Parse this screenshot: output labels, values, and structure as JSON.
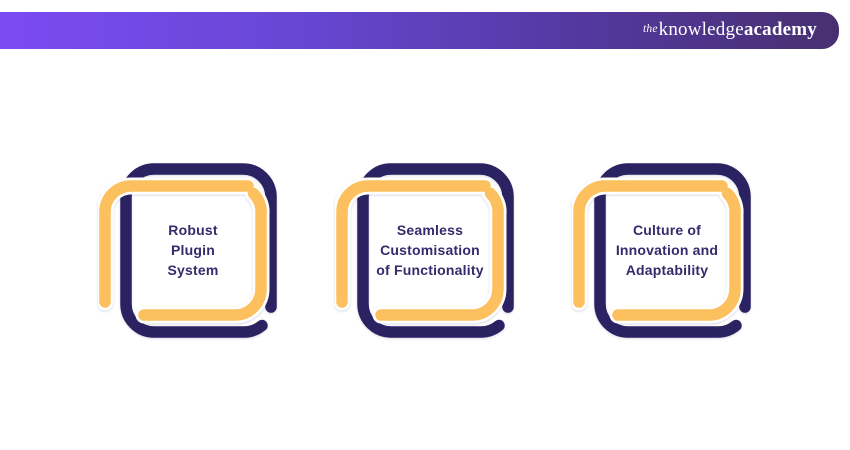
{
  "header": {
    "logo": {
      "the": "the",
      "knowledge": "knowledge",
      "academy": "academy"
    }
  },
  "cards": [
    {
      "lines": [
        "Robust",
        "Plugin",
        "System"
      ]
    },
    {
      "lines": [
        "Seamless",
        "Customisation",
        "of Functionality"
      ]
    },
    {
      "lines": [
        "Culture of",
        "Innovation and",
        "Adaptability"
      ]
    }
  ],
  "colors": {
    "frame_navy": "#2B2262",
    "frame_yellow": "#FDC05F",
    "card_text": "#332B6B",
    "header_gradient_start": "#7C4BF2",
    "header_gradient_end": "#473070",
    "logo_text": "#FFFFFF",
    "background": "#FFFFFF"
  }
}
